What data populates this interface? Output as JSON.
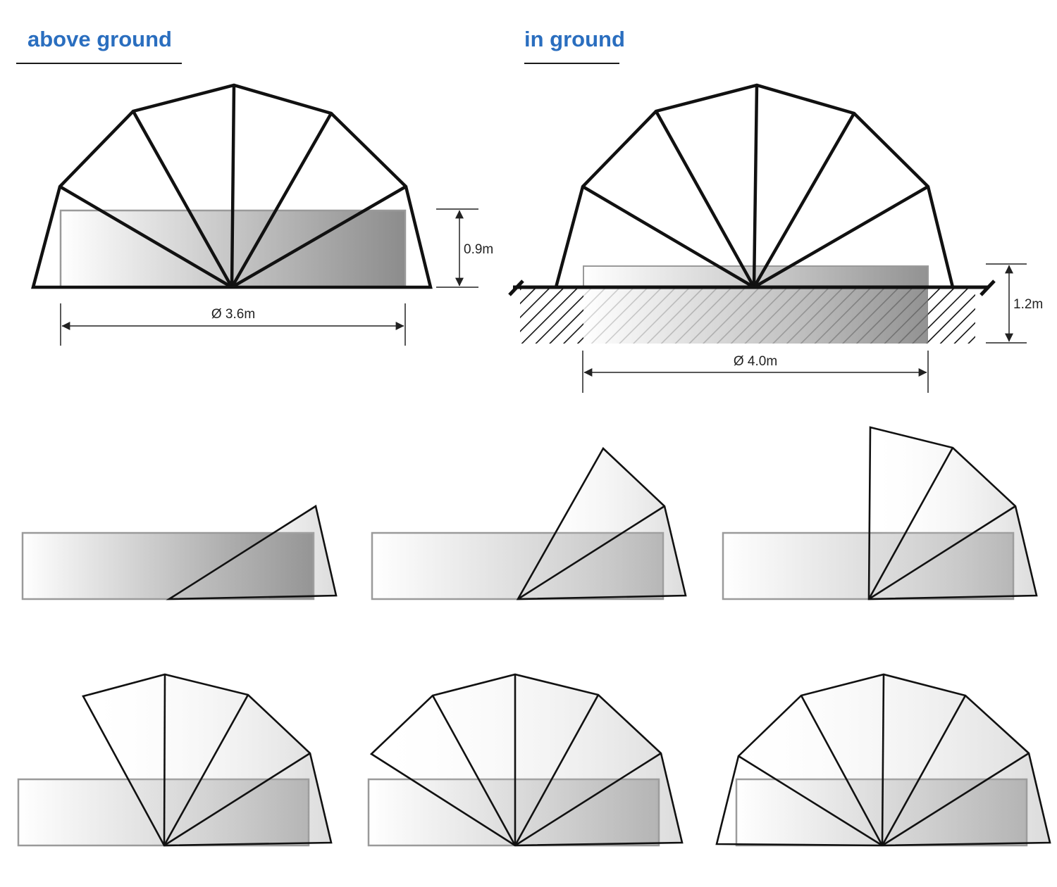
{
  "headings": {
    "above_ground": "above ground",
    "in_ground": "in ground"
  },
  "dimensions": {
    "above_ground_height": "0.9m",
    "above_ground_diameter": "Ø 3.6m",
    "in_ground_depth": "1.2m",
    "in_ground_diameter": "Ø 4.0m"
  },
  "colors": {
    "heading": "#2a6ebf",
    "frame_stroke": "#111111",
    "pool_gradient_start": "#ffffff",
    "pool_gradient_end": "#8c8c8c"
  },
  "assembly_sequence": {
    "steps": 6,
    "segments_per_step": [
      1,
      2,
      3,
      4,
      5,
      6
    ]
  }
}
